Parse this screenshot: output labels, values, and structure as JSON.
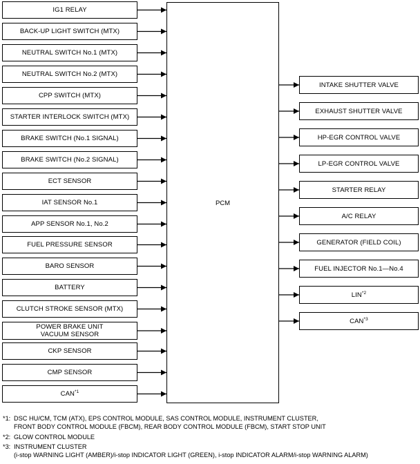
{
  "center": {
    "label": "PCM"
  },
  "inputs": [
    {
      "label": "IG1 RELAY",
      "sup": ""
    },
    {
      "label": "BACK-UP LIGHT SWITCH (MTX)",
      "sup": ""
    },
    {
      "label": "NEUTRAL SWITCH No.1 (MTX)",
      "sup": ""
    },
    {
      "label": "NEUTRAL SWITCH No.2 (MTX)",
      "sup": ""
    },
    {
      "label": "CPP SWITCH (MTX)",
      "sup": ""
    },
    {
      "label": "STARTER INTERLOCK SWITCH (MTX)",
      "sup": ""
    },
    {
      "label": "BRAKE SWITCH (No.1 SIGNAL)",
      "sup": ""
    },
    {
      "label": "BRAKE SWITCH (No.2 SIGNAL)",
      "sup": ""
    },
    {
      "label": "ECT SENSOR",
      "sup": ""
    },
    {
      "label": "IAT SENSOR No.1",
      "sup": ""
    },
    {
      "label": "APP SENSOR No.1, No.2",
      "sup": ""
    },
    {
      "label": "FUEL PRESSURE SENSOR",
      "sup": ""
    },
    {
      "label": "BARO SENSOR",
      "sup": ""
    },
    {
      "label": "BATTERY",
      "sup": ""
    },
    {
      "label": "CLUTCH STROKE SENSOR (MTX)",
      "sup": ""
    },
    {
      "label": "POWER BRAKE UNIT\nVACUUM SENSOR",
      "sup": ""
    },
    {
      "label": "CKP SENSOR",
      "sup": ""
    },
    {
      "label": "CMP SENSOR",
      "sup": ""
    },
    {
      "label": "CAN",
      "sup": "*1"
    }
  ],
  "outputs": [
    {
      "label": "INTAKE SHUTTER VALVE",
      "sup": ""
    },
    {
      "label": "EXHAUST SHUTTER VALVE",
      "sup": ""
    },
    {
      "label": "HP-EGR CONTROL VALVE",
      "sup": ""
    },
    {
      "label": "LP-EGR CONTROL VALVE",
      "sup": ""
    },
    {
      "label": "STARTER RELAY",
      "sup": ""
    },
    {
      "label": "A/C RELAY",
      "sup": ""
    },
    {
      "label": "GENERATOR (FIELD COIL)",
      "sup": ""
    },
    {
      "label": "FUEL INJECTOR No.1—No.4",
      "sup": ""
    },
    {
      "label": "LIN",
      "sup": "*2"
    },
    {
      "label": "CAN",
      "sup": "*3"
    }
  ],
  "notes": [
    {
      "marker": "*1:",
      "lines": [
        "DSC HU/CM, TCM (ATX), EPS CONTROL MODULE, SAS CONTROL MODULE, INSTRUMENT CLUSTER,",
        "FRONT BODY CONTROL MODULE (FBCM), REAR BODY CONTROL MODULE (FBCM), START STOP UNIT"
      ]
    },
    {
      "marker": "*2:",
      "lines": [
        "GLOW CONTROL MODULE"
      ]
    },
    {
      "marker": "*3:",
      "lines": [
        "INSTRUMENT CLUSTER",
        "(i-stop WARNING LIGHT (AMBER)/i-stop INDICATOR LIGHT (GREEN), i-stop INDICATOR ALARM/i-stop WARNING ALARM)"
      ]
    }
  ]
}
